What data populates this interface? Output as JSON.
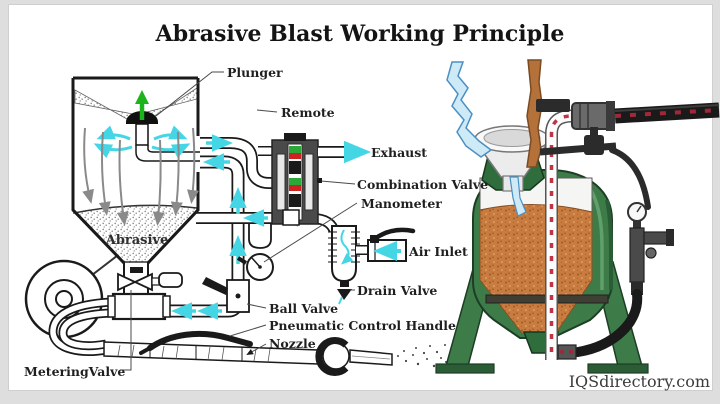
{
  "title": "Abrasive Blast Working Principle",
  "watermark": "IQSdirectory.com",
  "labels": {
    "plunger": "Plunger",
    "remote": "Remote",
    "exhaust": "Exhaust",
    "combination_valve": "Combination Valve",
    "manometer": "Manometer",
    "air_inlet": "Air Inlet",
    "drain_valve": "Drain Valve",
    "ball_valve": "Ball Valve",
    "pneumatic_control_handle": "Pneumatic Control Handle",
    "nozzle": "Nozzle",
    "metering_valve": "MeteringValve",
    "abrasive": "Abrasive"
  },
  "colors": {
    "flow_cyan": "#45d6e6",
    "plunger_arrow_green": "#1db31d",
    "valve_red": "#cc2222",
    "valve_green": "#2ba838",
    "pot_green": "#3d7c49",
    "pot_green_dark": "#2a5c35",
    "sand_brown": "#c97c3f",
    "flow_red_dash": "#c03344",
    "stream_blue": "#cfeaf7",
    "line_dark": "#1a1a1a",
    "falling_arrow_gray": "#8a8a8a"
  }
}
